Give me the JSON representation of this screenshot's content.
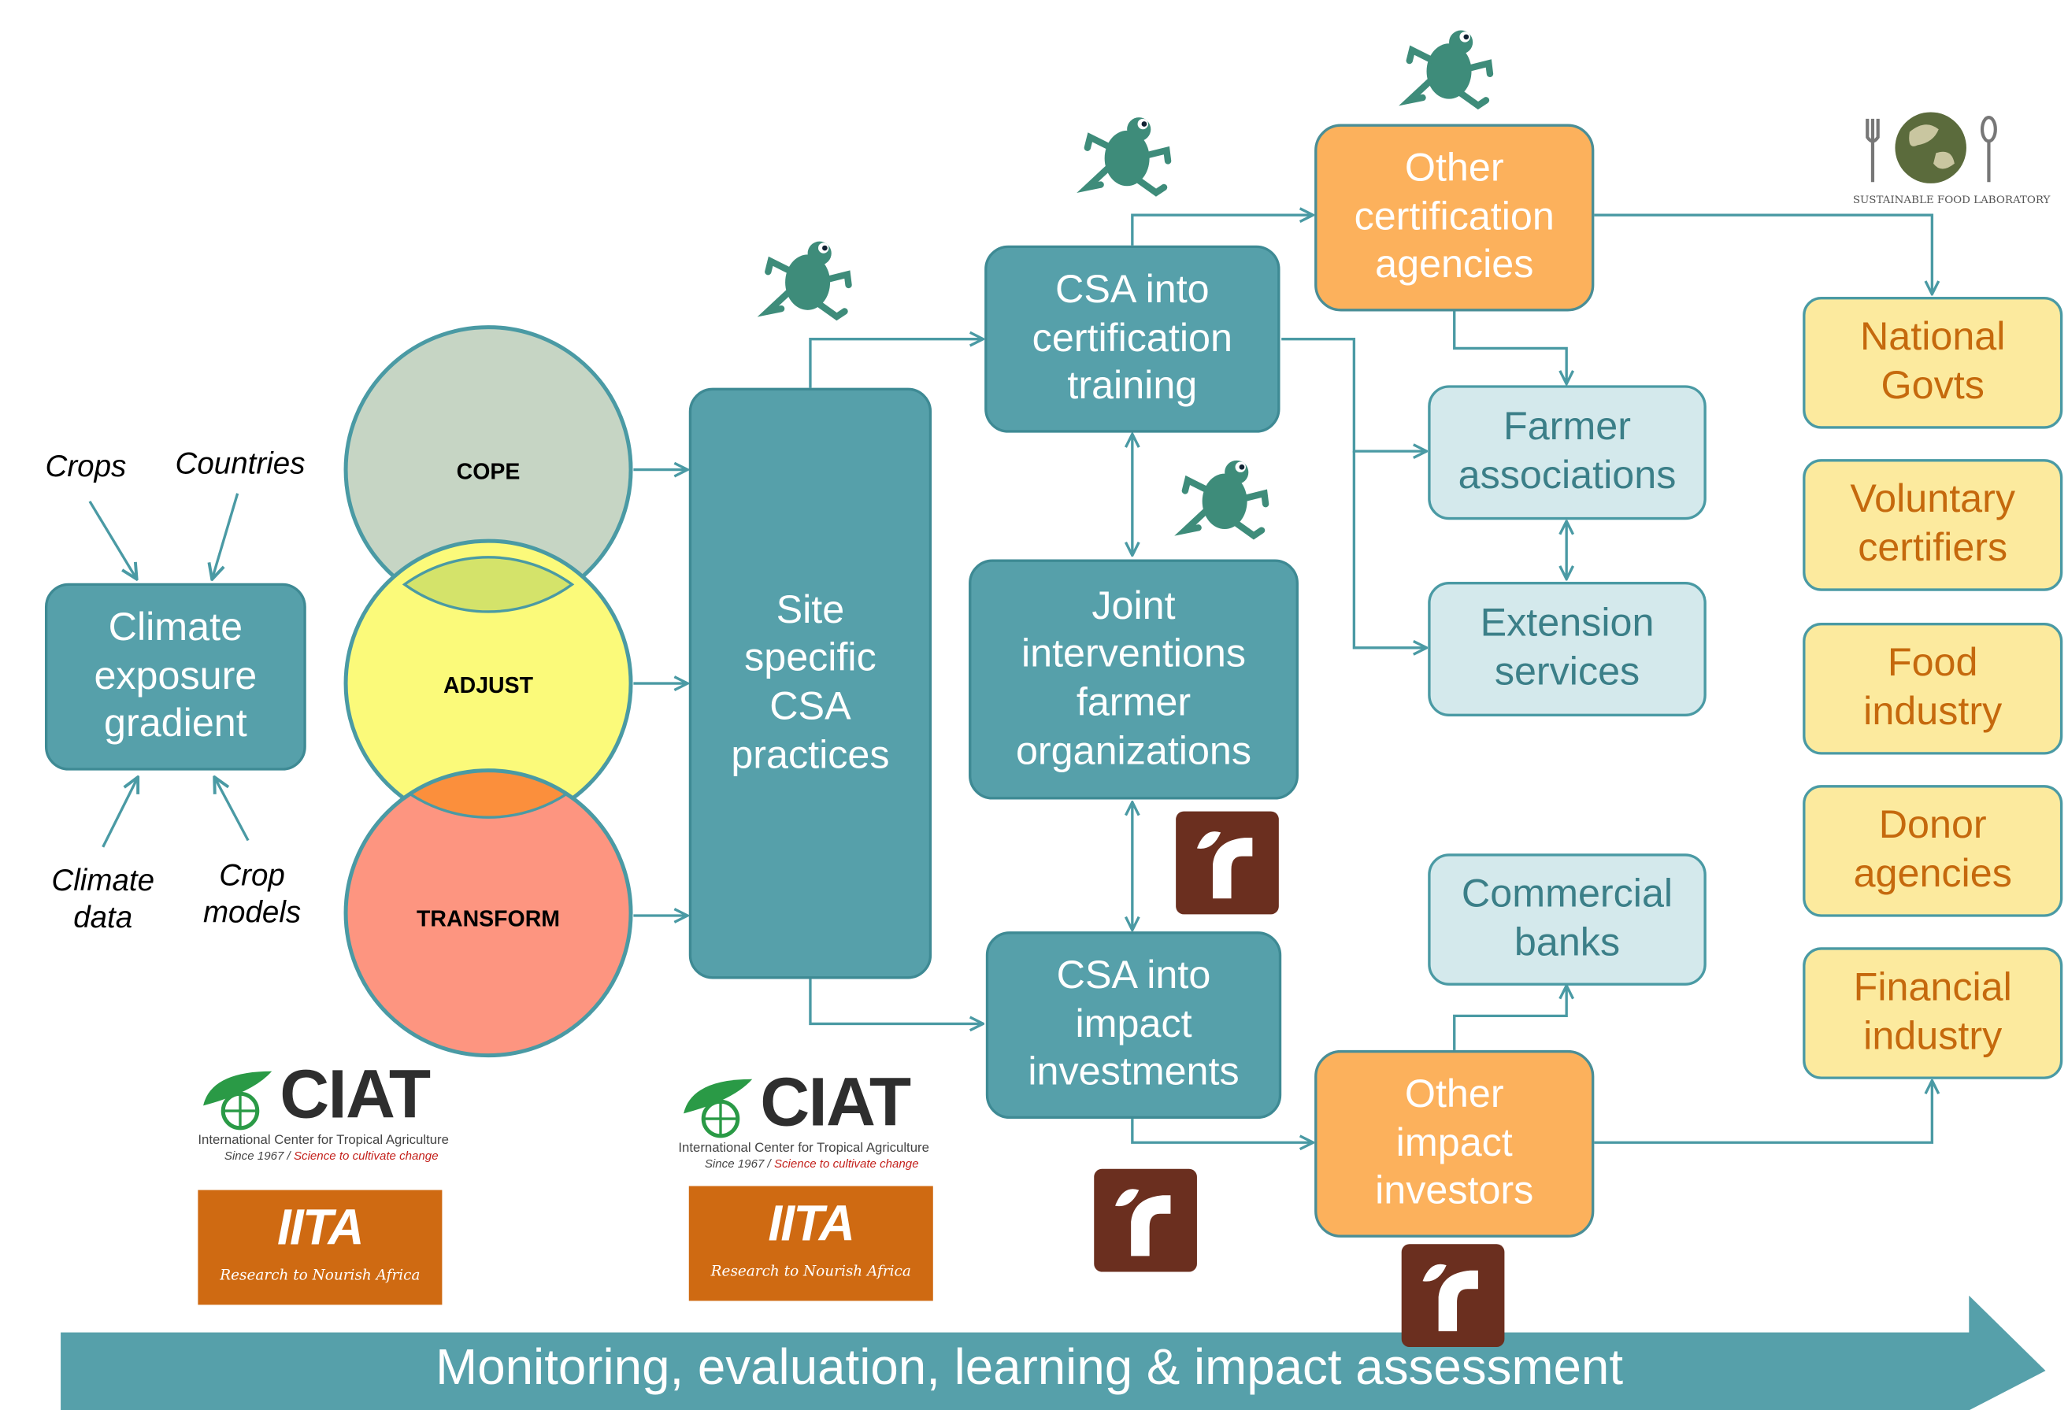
{
  "inputs": {
    "crops": "Crops",
    "countries": "Countries",
    "climate_data": "Climate\ndata",
    "crop_models": "Crop\nmodels"
  },
  "boxes": {
    "climate_exposure": "Climate exposure gradient",
    "site_specific": "Site specific CSA practices",
    "csa_certification": "CSA into certification training",
    "joint_interventions": "Joint interventions farmer organizations",
    "csa_impact": "CSA into impact investments",
    "other_certification": "Other certification agencies",
    "other_impact": "Other impact investors",
    "farmer_associations": "Farmer associations",
    "extension_services": "Extension services",
    "commercial_banks": "Commercial banks",
    "national_govts": "National Govts",
    "voluntary_certifiers": "Voluntary certifiers",
    "food_industry": "Food industry",
    "donor_agencies": "Donor agencies",
    "financial_industry": "Financial industry"
  },
  "circles": {
    "cope": "COPE",
    "adjust": "ADJUST",
    "transform": "TRANSFORM"
  },
  "banner": "Monitoring, evaluation, learning & impact assessment",
  "logos": {
    "ciat_word": "CIAT",
    "ciat_sub": "International Center for Tropical Agriculture",
    "ciat_since": "Since 1967 /",
    "ciat_tag": "Science to cultivate change",
    "iita_word": "IITA",
    "iita_tag": "Research to Nourish Africa",
    "sfl": "SUSTAINABLE FOOD LABORATORY"
  },
  "colors": {
    "teal": "#56a0aa",
    "orange": "#fcb15c",
    "light_blue": "#d4e9ec",
    "yellow": "#fcea9e",
    "cope": "#c6d5c4",
    "adjust": "#fbfa7a",
    "transform": "#fd9580",
    "rainforest_frog": "#3e8c7a",
    "brown_logo": "#6b2f1f"
  },
  "icons": [
    "frog-icon",
    "sprout-logo-icon",
    "globe-fork-spoon-icon"
  ]
}
